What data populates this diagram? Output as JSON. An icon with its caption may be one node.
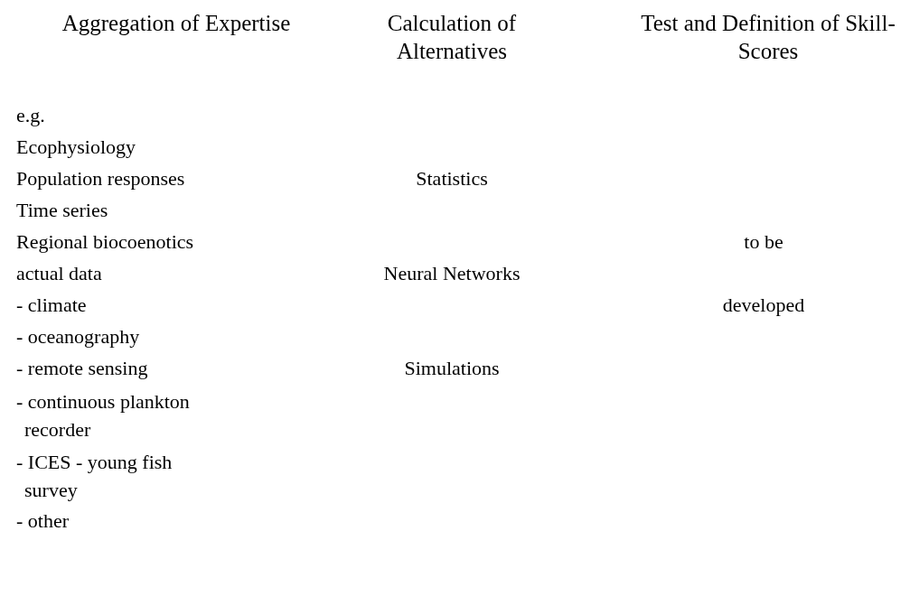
{
  "diagram": {
    "labels": [
      "Aggregation of Expertise",
      "Calculation of Alternatives",
      "Test and Definition of Skill-Scores",
      "e.g.",
      "Ecophysiology",
      "Population responses",
      "Statistics",
      "Time series",
      "Regional biocoenotics",
      "to be",
      "actual data",
      "Neural Networks",
      "- climate",
      "developed",
      "- oceanography",
      "- remote sensing",
      "Simulations",
      "- continuous plankton recorder",
      "- ICES - young fish survey",
      "- other"
    ]
  }
}
